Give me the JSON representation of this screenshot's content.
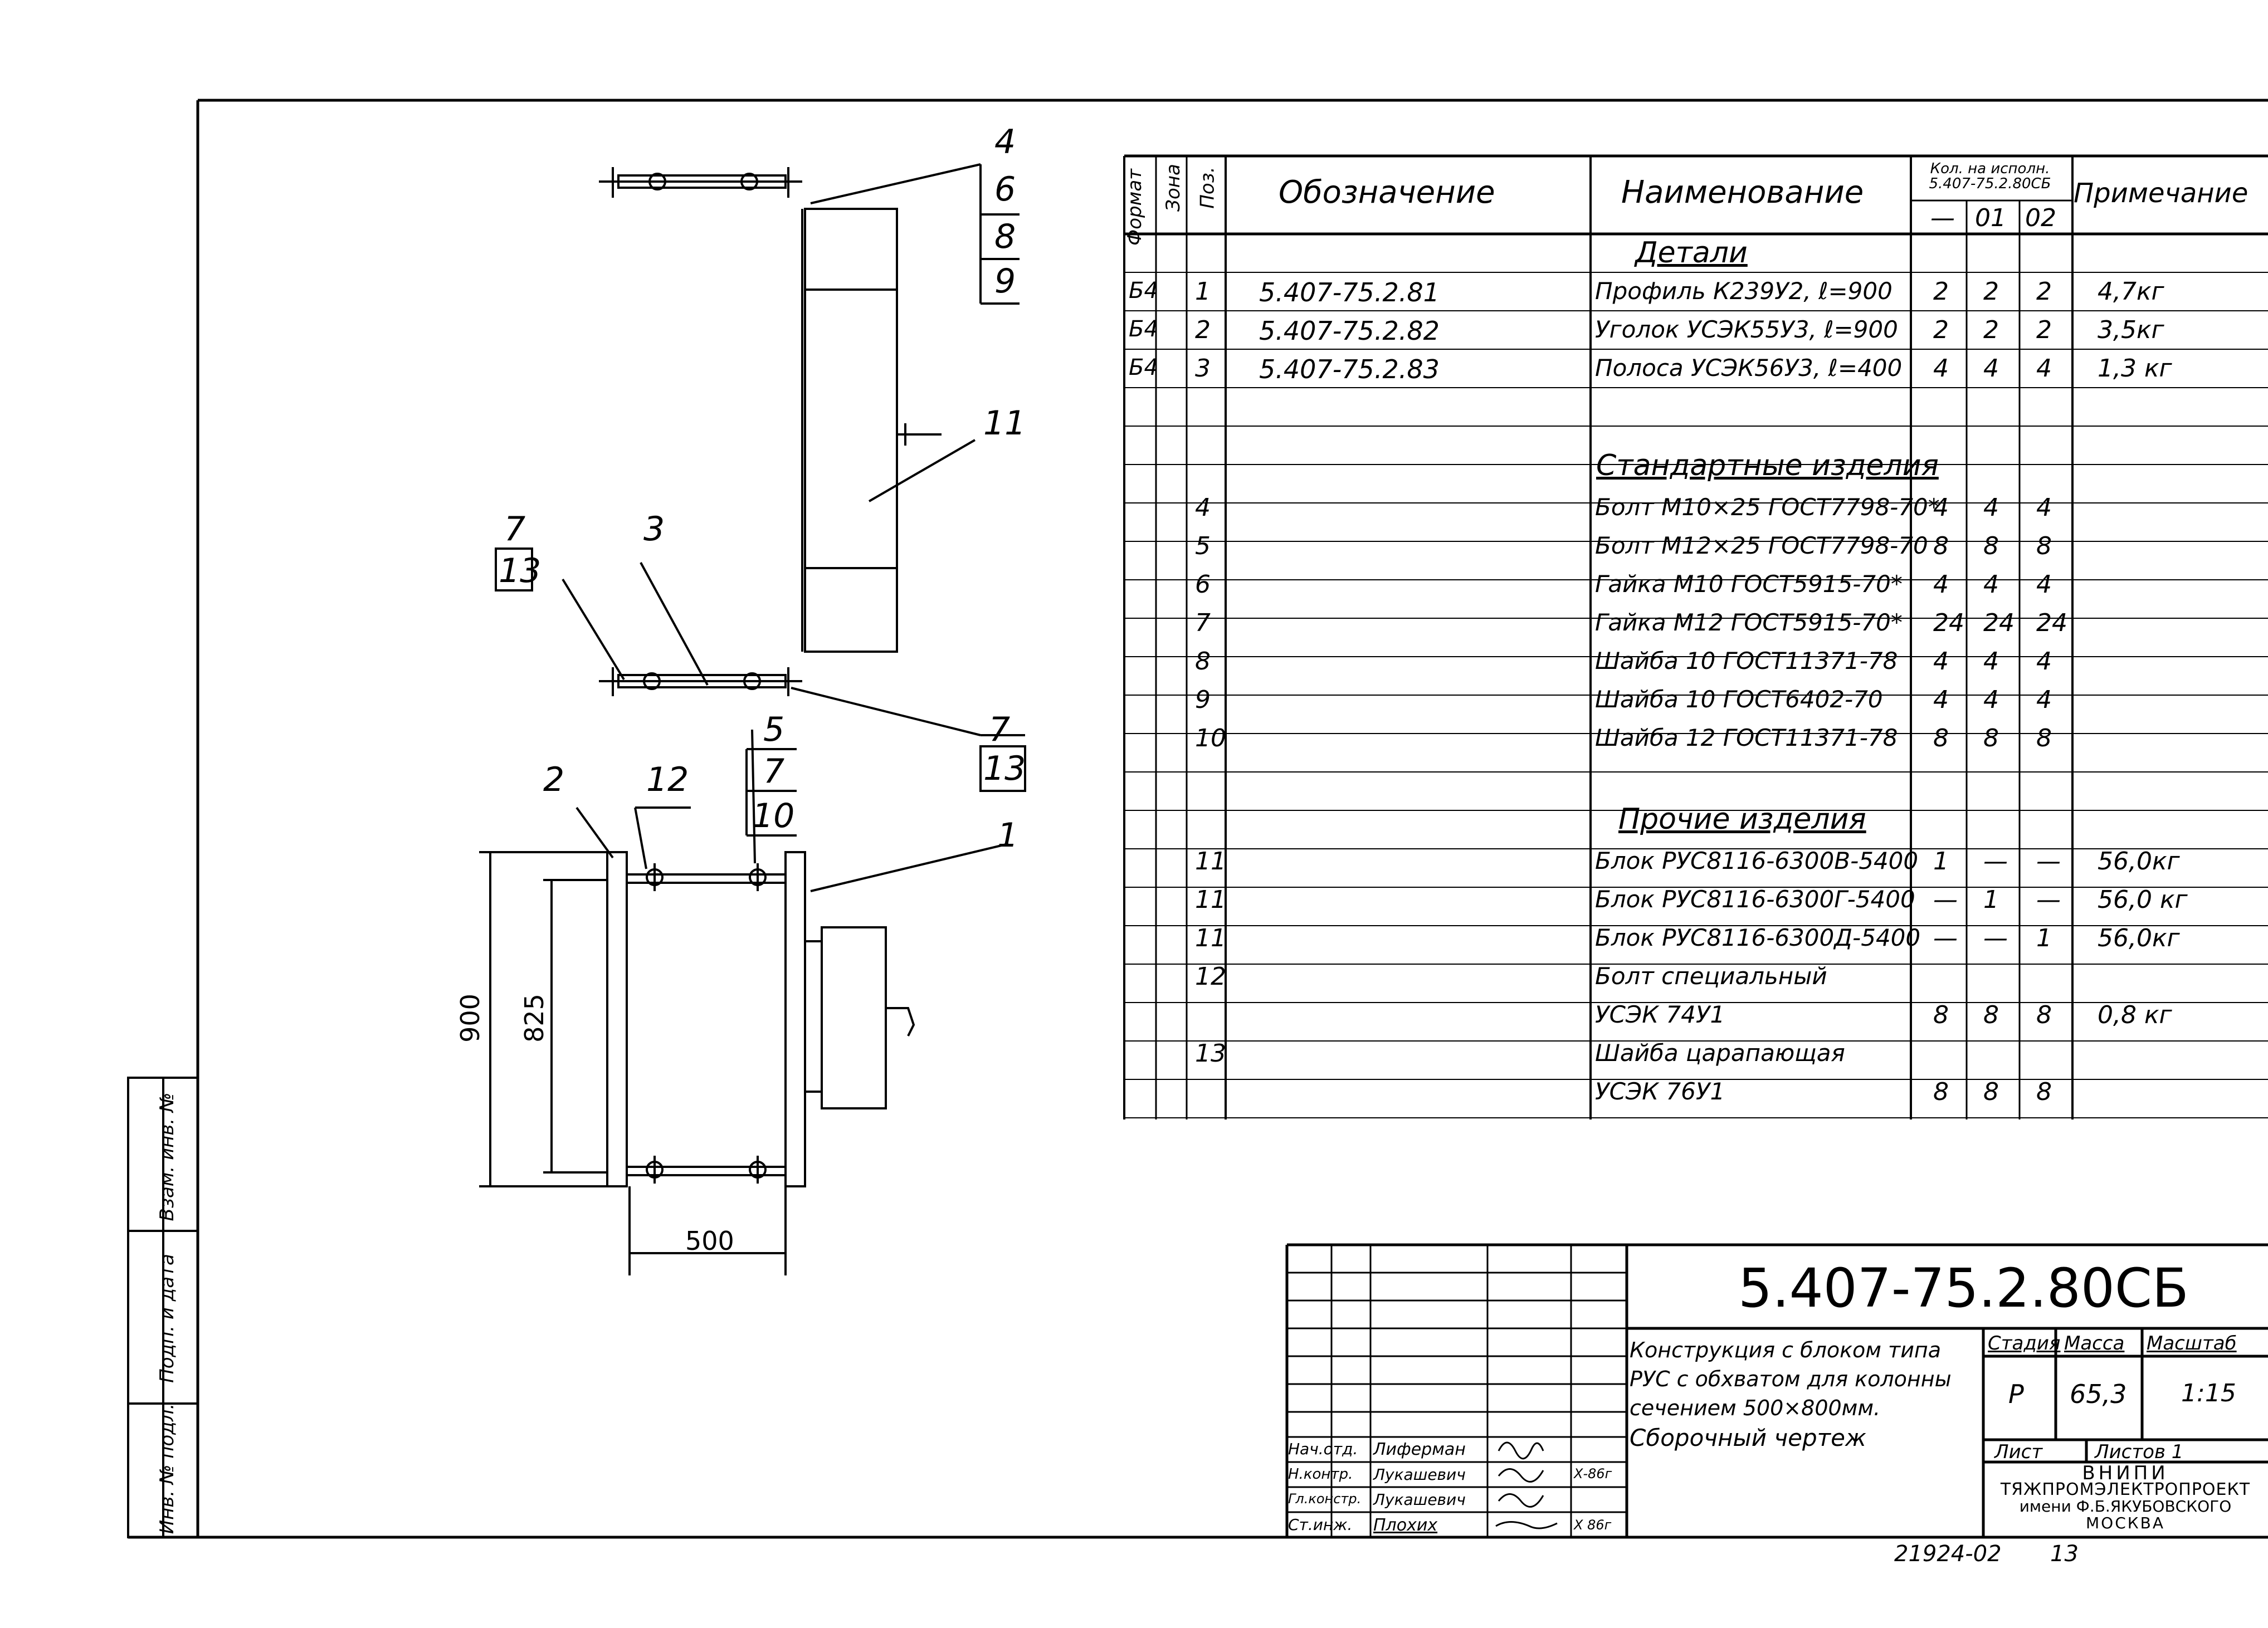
{
  "side_stamp": {
    "inv_podl": "Инв. № подл.",
    "podp_data": "Подп. и дата",
    "vzam_inv": "Взам. инв. №"
  },
  "callouts": {
    "top_right": [
      "4",
      "6",
      "8",
      "9"
    ],
    "block": "11",
    "left_group": [
      "7",
      "13"
    ],
    "strip": "3",
    "bottom_right": [
      "7",
      "13"
    ],
    "angle": "2",
    "bolt": "12",
    "lower_group_head": "5",
    "lower_group": [
      "7",
      "10"
    ],
    "profile": "1"
  },
  "dimensions": {
    "height_total": "900",
    "height_inner": "825",
    "width": "500"
  },
  "spec_table": {
    "headers": {
      "format": "Формат",
      "zone": "Зона",
      "pos": "Поз.",
      "designation": "Обозначение",
      "name": "Наименование",
      "qty_group": "Кол. на исполн. 5.407-75.2.80СБ",
      "qty_cols": [
        "—",
        "01",
        "02"
      ],
      "note": "Примечание"
    },
    "sections": {
      "details": "Детали",
      "standard": "Стандартные изделия",
      "other": "Прочие изделия"
    },
    "detail_rows": [
      {
        "format": "Б4",
        "pos": "1",
        "designation": "5.407-75.2.81",
        "name": "Профиль К239У2, ℓ=900",
        "q": [
          "2",
          "2",
          "2"
        ],
        "note": "4,7кг"
      },
      {
        "format": "Б4",
        "pos": "2",
        "designation": "5.407-75.2.82",
        "name": "Уголок УСЭК55У3, ℓ=900",
        "q": [
          "2",
          "2",
          "2"
        ],
        "note": "3,5кг"
      },
      {
        "format": "Б4",
        "pos": "3",
        "designation": "5.407-75.2.83",
        "name": "Полоса УСЭК56У3, ℓ=400",
        "q": [
          "4",
          "4",
          "4"
        ],
        "note": "1,3 кг"
      }
    ],
    "standard_rows": [
      {
        "pos": "4",
        "name": "Болт М10×25 ГОСТ7798-70*",
        "q": [
          "4",
          "4",
          "4"
        ]
      },
      {
        "pos": "5",
        "name": "Болт М12×25 ГОСТ7798-70",
        "q": [
          "8",
          "8",
          "8"
        ]
      },
      {
        "pos": "6",
        "name": "Гайка М10 ГОСТ5915-70*",
        "q": [
          "4",
          "4",
          "4"
        ]
      },
      {
        "pos": "7",
        "name": "Гайка М12 ГОСТ5915-70*",
        "q": [
          "24",
          "24",
          "24"
        ]
      },
      {
        "pos": "8",
        "name": "Шайба 10 ГОСТ11371-78",
        "q": [
          "4",
          "4",
          "4"
        ]
      },
      {
        "pos": "9",
        "name": "Шайба 10 ГОСТ6402-70",
        "q": [
          "4",
          "4",
          "4"
        ]
      },
      {
        "pos": "10",
        "name": "Шайба 12 ГОСТ11371-78",
        "q": [
          "8",
          "8",
          "8"
        ]
      }
    ],
    "other_rows": [
      {
        "pos": "11",
        "name": "Блок РУС8116-6300В-5400",
        "q": [
          "1",
          "—",
          "—"
        ],
        "note": "56,0кг"
      },
      {
        "pos": "11",
        "name": "Блок РУС8116-6300Г-5400",
        "q": [
          "—",
          "1",
          "—"
        ],
        "note": "56,0 кг"
      },
      {
        "pos": "11",
        "name": "Блок РУС8116-6300Д-5400",
        "q": [
          "—",
          "—",
          "1"
        ],
        "note": "56,0кг"
      },
      {
        "pos": "12",
        "name": "Болт специальный",
        "q": [
          "",
          "",
          ""
        ],
        "note": ""
      },
      {
        "pos": "",
        "name": "УСЭК 74У1",
        "q": [
          "8",
          "8",
          "8"
        ],
        "note": "0,8 кг"
      },
      {
        "pos": "13",
        "name": "Шайба царапающая",
        "q": [
          "",
          "",
          ""
        ],
        "note": ""
      },
      {
        "pos": "",
        "name": "УСЭК 76У1",
        "q": [
          "8",
          "8",
          "8"
        ],
        "note": ""
      }
    ]
  },
  "title_block": {
    "code": "5.407-75.2.80СБ",
    "title_lines": [
      "Конструкция с блоком типа",
      "РУС с обхватом для колонны",
      "сечением 500×800мм.",
      "Сборочный чертеж"
    ],
    "stage_label": "Стадия",
    "mass_label": "Масса",
    "scale_label": "Масштаб",
    "stage": "Р",
    "mass": "65,3",
    "scale": "1:15",
    "sheet_label": "Лист",
    "sheets_label": "Листов 1",
    "org_lines": [
      "ВНИПИ",
      "ТЯЖПРОМЭЛЕКТРОПРОЕКТ",
      "имени Ф.Б.ЯКУБОВСКОГО",
      "МОСКВА"
    ],
    "signers": [
      {
        "role": "Нач.отд.",
        "name": "Лиферман",
        "date": ""
      },
      {
        "role": "Н.контр.",
        "name": "Лукашевич",
        "date": "Х-86г"
      },
      {
        "role": "Гл.констр.",
        "name": "Лукашевич",
        "date": ""
      },
      {
        "role": "Ст.инж.",
        "name": "Плохих",
        "date": "Х 86г"
      }
    ]
  },
  "footer": {
    "archive_no": "21924-02",
    "page": "13"
  }
}
